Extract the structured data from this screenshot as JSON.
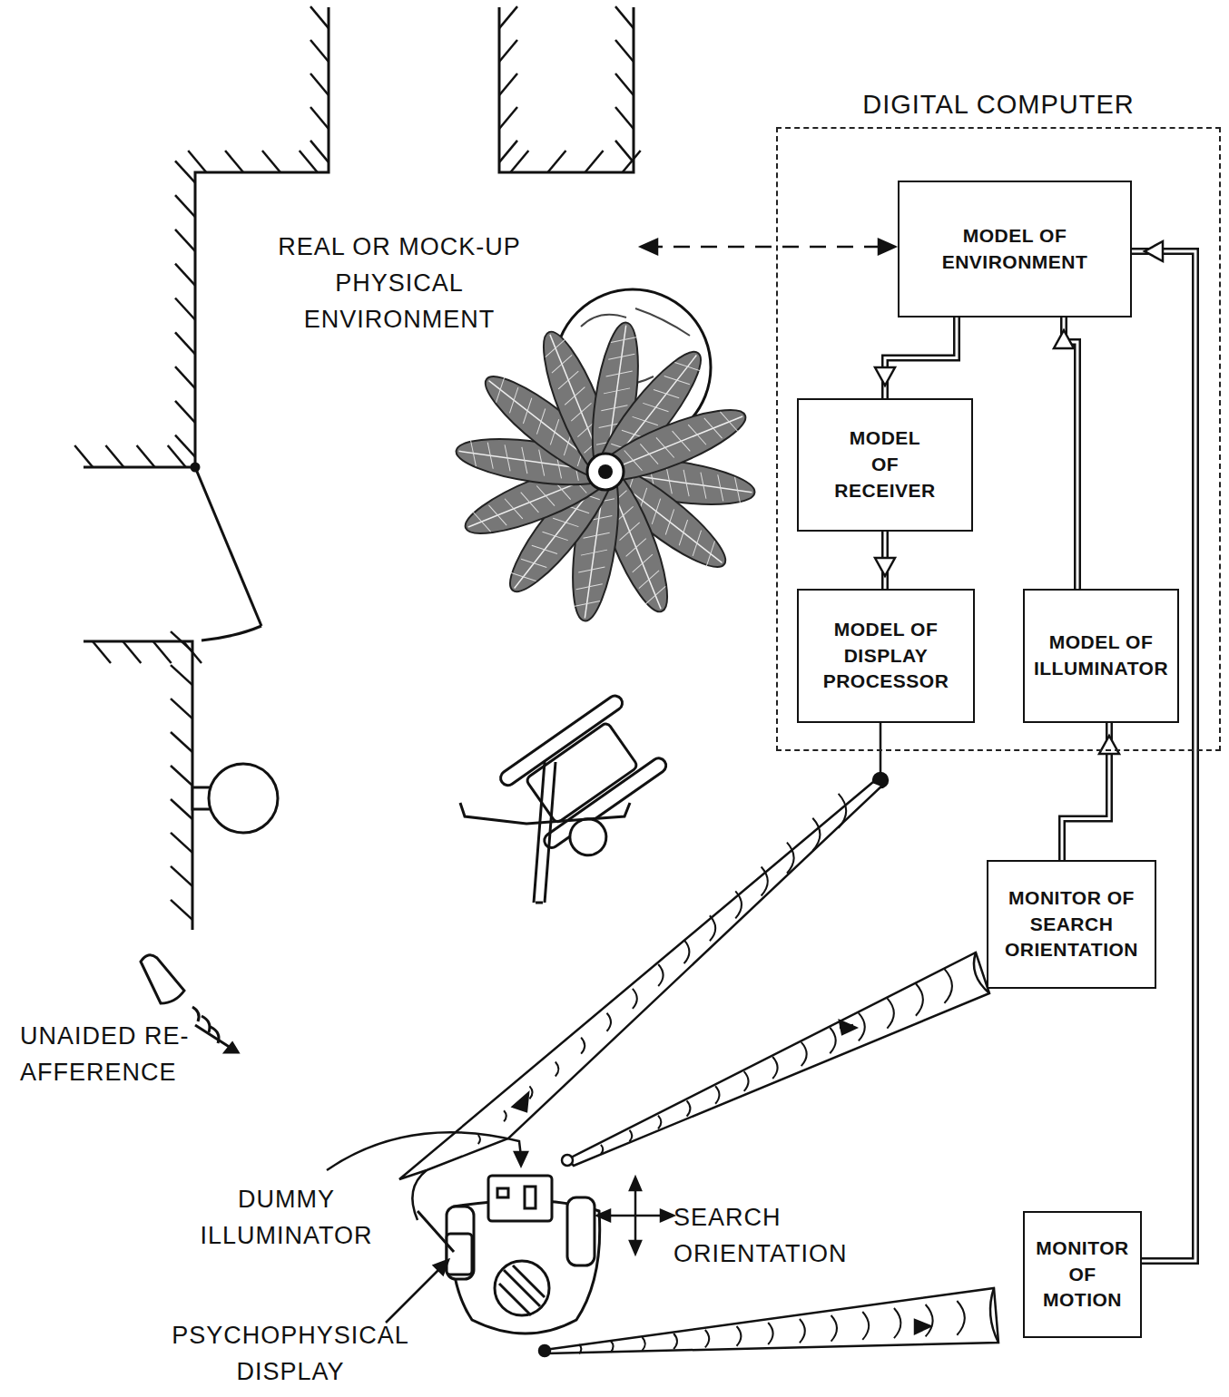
{
  "diagram": {
    "nodes": [
      {
        "text": [
          "DIGITAL COMPUTER"
        ]
      },
      {
        "text": [
          "MODEL OF ENVIRONMENT"
        ],
        "in": 0
      },
      {
        "text": [
          "MODEL OF RECEIVER"
        ],
        "in": 0
      },
      {
        "text": [
          "MODEL OF DISPLAY PROCESSOR"
        ],
        "in": 0
      },
      {
        "text": [
          "MODEL OF ILLUMINATOR"
        ],
        "in": 0
      },
      {
        "text": [
          "MONITOR OF SEARCH ORIENTATION"
        ]
      },
      {
        "text": [
          "MONITOR OF MOTION"
        ]
      }
    ],
    "edges": [
      {
        "from": 1,
        "to": 2,
        "arrow": "to"
      },
      {
        "from": 2,
        "to": 3,
        "arrow": "to"
      },
      {
        "from": 4,
        "to": 1,
        "arrow": "to"
      },
      {
        "from": 5,
        "to": 4,
        "arrow": "to"
      },
      {
        "from": 6,
        "to": 1,
        "arrow": "to"
      }
    ],
    "labels": [
      "REAL OR MOCK-UP PHYSICAL ENVIRONMENT",
      "UNAIDED RE-AFFERENCE",
      "DUMMY ILLUMINATOR",
      "SEARCH ORIENTATION",
      "PSYCHOPHYSICAL DISPLAY"
    ]
  }
}
